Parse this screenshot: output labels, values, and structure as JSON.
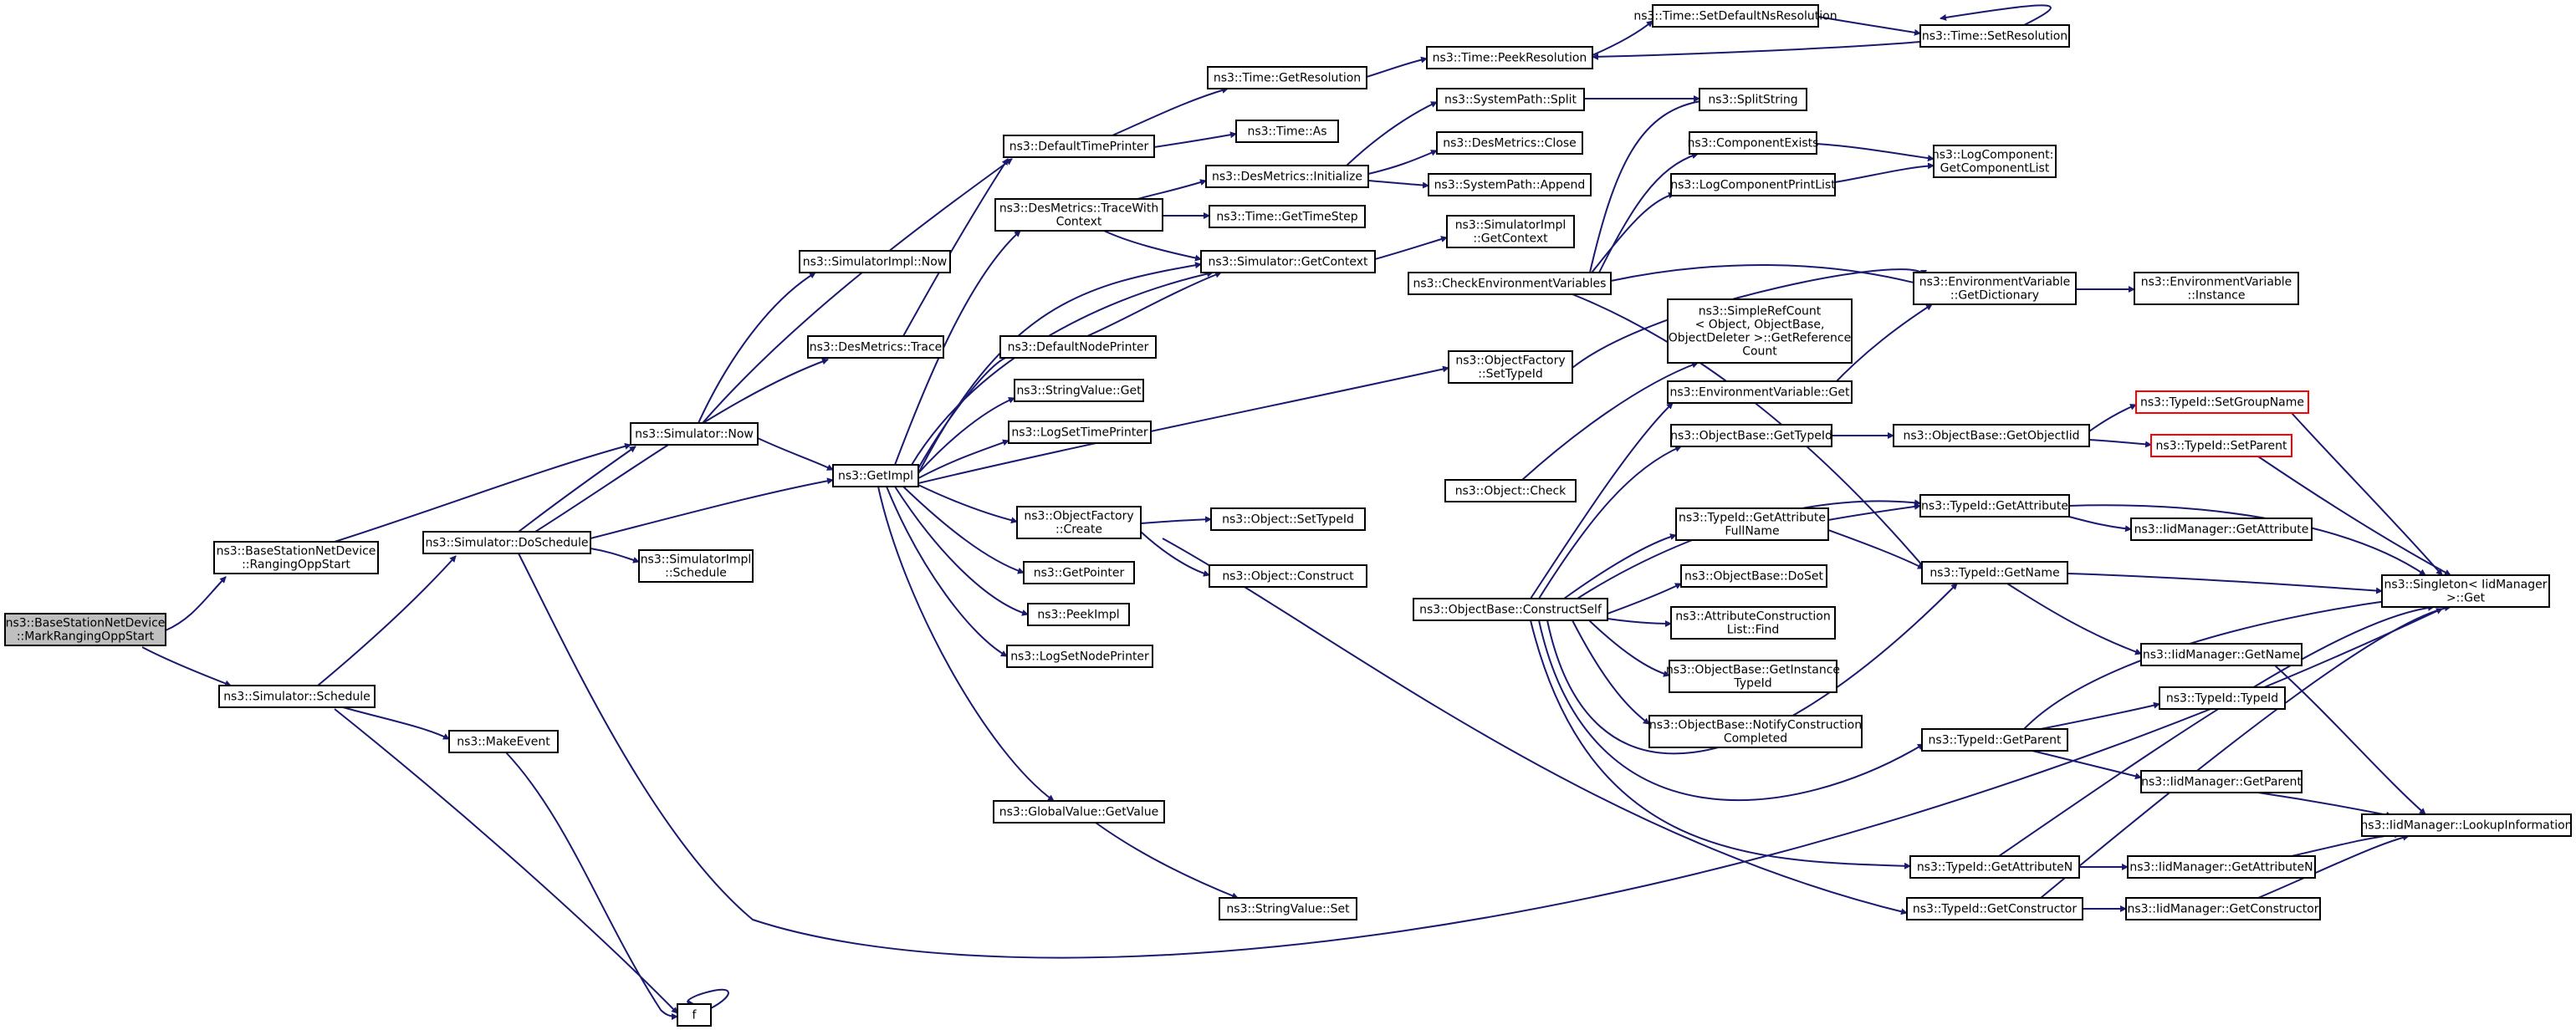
{
  "graph": {
    "nodes": [
      {
        "id": "root",
        "lines": [
          "ns3::BaseStationNetDevice",
          "::MarkRangingOppStart"
        ]
      },
      {
        "id": "rangingOppStart",
        "lines": [
          "ns3::BaseStationNetDevice",
          "::RangingOppStart"
        ]
      },
      {
        "id": "schedule",
        "lines": [
          "ns3::Simulator::Schedule"
        ]
      },
      {
        "id": "now",
        "lines": [
          "ns3::Simulator::Now"
        ]
      },
      {
        "id": "doSchedule",
        "lines": [
          "ns3::Simulator::DoSchedule"
        ]
      },
      {
        "id": "makeEvent",
        "lines": [
          "ns3::MakeEvent"
        ]
      },
      {
        "id": "f",
        "lines": [
          "f"
        ]
      },
      {
        "id": "simImplNow",
        "lines": [
          "ns3::SimulatorImpl::Now"
        ]
      },
      {
        "id": "desTrace",
        "lines": [
          "ns3::DesMetrics::Trace"
        ]
      },
      {
        "id": "getImpl",
        "lines": [
          "ns3::GetImpl"
        ]
      },
      {
        "id": "simImplSchedule",
        "lines": [
          "ns3::SimulatorImpl",
          "::Schedule"
        ]
      },
      {
        "id": "defaultTimePrinter",
        "lines": [
          "ns3::DefaultTimePrinter"
        ]
      },
      {
        "id": "traceWithContext",
        "lines": [
          "ns3::DesMetrics::TraceWith",
          "Context"
        ]
      },
      {
        "id": "defaultNodePrinter",
        "lines": [
          "ns3::DefaultNodePrinter"
        ]
      },
      {
        "id": "stringValueGet",
        "lines": [
          "ns3::StringValue::Get"
        ]
      },
      {
        "id": "logSetTimePrinter",
        "lines": [
          "ns3::LogSetTimePrinter"
        ]
      },
      {
        "id": "objFactoryCreate",
        "lines": [
          "ns3::ObjectFactory",
          "::Create"
        ]
      },
      {
        "id": "getPointer",
        "lines": [
          "ns3::GetPointer"
        ]
      },
      {
        "id": "peekImpl",
        "lines": [
          "ns3::PeekImpl"
        ]
      },
      {
        "id": "logSetNodePrinter",
        "lines": [
          "ns3::LogSetNodePrinter"
        ]
      },
      {
        "id": "globalValueGetValue",
        "lines": [
          "ns3::GlobalValue::GetValue"
        ]
      },
      {
        "id": "timeGetResolution",
        "lines": [
          "ns3::Time::GetResolution"
        ]
      },
      {
        "id": "timeAs",
        "lines": [
          "ns3::Time::As"
        ]
      },
      {
        "id": "desInitialize",
        "lines": [
          "ns3::DesMetrics::Initialize"
        ]
      },
      {
        "id": "timeGetTimeStep",
        "lines": [
          "ns3::Time::GetTimeStep"
        ]
      },
      {
        "id": "simGetContext",
        "lines": [
          "ns3::Simulator::GetContext"
        ]
      },
      {
        "id": "objSetTypeId",
        "lines": [
          "ns3::Object::SetTypeId"
        ]
      },
      {
        "id": "objConstruct",
        "lines": [
          "ns3::Object::Construct"
        ]
      },
      {
        "id": "stringValueSet",
        "lines": [
          "ns3::StringValue::Set"
        ]
      },
      {
        "id": "timePeekResolution",
        "lines": [
          "ns3::Time::PeekResolution"
        ]
      },
      {
        "id": "sysPathSplit",
        "lines": [
          "ns3::SystemPath::Split"
        ]
      },
      {
        "id": "desClose",
        "lines": [
          "ns3::DesMetrics::Close"
        ]
      },
      {
        "id": "sysPathAppend",
        "lines": [
          "ns3::SystemPath::Append"
        ]
      },
      {
        "id": "simImplGetContext",
        "lines": [
          "ns3::SimulatorImpl",
          "::GetContext"
        ]
      },
      {
        "id": "checkEnvVars",
        "lines": [
          "ns3::CheckEnvironmentVariables"
        ]
      },
      {
        "id": "objFactorySetTypeId",
        "lines": [
          "ns3::ObjectFactory",
          "::SetTypeId"
        ]
      },
      {
        "id": "objCheck",
        "lines": [
          "ns3::Object::Check"
        ]
      },
      {
        "id": "constructSelf",
        "lines": [
          "ns3::ObjectBase::ConstructSelf"
        ]
      },
      {
        "id": "setDefaultNsRes",
        "lines": [
          "ns3::Time::SetDefaultNsResolution"
        ]
      },
      {
        "id": "timeSetResolution",
        "lines": [
          "ns3::Time::SetResolution"
        ]
      },
      {
        "id": "splitString",
        "lines": [
          "ns3::SplitString"
        ]
      },
      {
        "id": "componentExists",
        "lines": [
          "ns3::ComponentExists"
        ]
      },
      {
        "id": "logComponentPrintList",
        "lines": [
          "ns3::LogComponentPrintList"
        ]
      },
      {
        "id": "simpleRefCount",
        "lines": [
          "ns3::SimpleRefCount",
          "< Object, ObjectBase,",
          "ObjectDeleter >::GetReference",
          "Count"
        ]
      },
      {
        "id": "envVarGet",
        "lines": [
          "ns3::EnvironmentVariable::Get"
        ]
      },
      {
        "id": "objBaseGetTypeId",
        "lines": [
          "ns3::ObjectBase::GetTypeId"
        ]
      },
      {
        "id": "typeIdGetAttrFullName",
        "lines": [
          "ns3::TypeId::GetAttribute",
          "FullName"
        ]
      },
      {
        "id": "objBaseDoSet",
        "lines": [
          "ns3::ObjectBase::DoSet"
        ]
      },
      {
        "id": "attrConstrListFind",
        "lines": [
          "ns3::AttributeConstruction",
          "List::Find"
        ]
      },
      {
        "id": "getInstanceTypeId",
        "lines": [
          "ns3::ObjectBase::GetInstance",
          "TypeId"
        ]
      },
      {
        "id": "notifyConstrCompleted",
        "lines": [
          "ns3::ObjectBase::NotifyConstruction",
          "Completed"
        ]
      },
      {
        "id": "logComponentGetList",
        "lines": [
          "ns3::LogComponent::",
          "GetComponentList"
        ]
      },
      {
        "id": "envVarGetDictionary",
        "lines": [
          "ns3::EnvironmentVariable",
          "::GetDictionary"
        ]
      },
      {
        "id": "objBaseGetObjectIid",
        "lines": [
          "ns3::ObjectBase::GetObjectIid"
        ]
      },
      {
        "id": "typeIdGetAttribute",
        "lines": [
          "ns3::TypeId::GetAttribute"
        ]
      },
      {
        "id": "typeIdGetName",
        "lines": [
          "ns3::TypeId::GetName"
        ]
      },
      {
        "id": "typeIdGetParent",
        "lines": [
          "ns3::TypeId::GetParent"
        ]
      },
      {
        "id": "typeIdGetAttributeN",
        "lines": [
          "ns3::TypeId::GetAttributeN"
        ]
      },
      {
        "id": "typeIdGetConstructor",
        "lines": [
          "ns3::TypeId::GetConstructor"
        ]
      },
      {
        "id": "envVarInstance",
        "lines": [
          "ns3::EnvironmentVariable",
          "::Instance"
        ]
      },
      {
        "id": "typeIdSetGroupName",
        "lines": [
          "ns3::TypeId::SetGroupName"
        ]
      },
      {
        "id": "typeIdSetParent",
        "lines": [
          "ns3::TypeId::SetParent"
        ]
      },
      {
        "id": "iidGetAttribute",
        "lines": [
          "ns3::IidManager::GetAttribute"
        ]
      },
      {
        "id": "iidGetName",
        "lines": [
          "ns3::IidManager::GetName"
        ]
      },
      {
        "id": "typeIdTypeId",
        "lines": [
          "ns3::TypeId::TypeId"
        ]
      },
      {
        "id": "iidGetParent",
        "lines": [
          "ns3::IidManager::GetParent"
        ]
      },
      {
        "id": "iidGetAttributeN",
        "lines": [
          "ns3::IidManager::GetAttributeN"
        ]
      },
      {
        "id": "iidGetConstructor",
        "lines": [
          "ns3::IidManager::GetConstructor"
        ]
      },
      {
        "id": "singletonGet",
        "lines": [
          "ns3::Singleton< IidManager",
          ">::Get"
        ]
      },
      {
        "id": "iidLookupInformation",
        "lines": [
          "ns3::IidManager::LookupInformation"
        ]
      }
    ]
  }
}
